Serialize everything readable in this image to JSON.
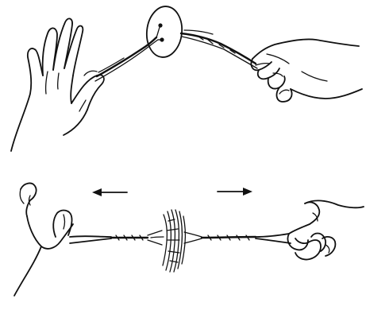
{
  "diagram": {
    "panels": [
      {
        "name": "wound-up-button"
      },
      {
        "name": "spinning-button"
      }
    ],
    "arrows": [
      {
        "direction": "left"
      },
      {
        "direction": "right"
      }
    ],
    "colors": {
      "ink": "#111111",
      "background": "#ffffff"
    }
  }
}
